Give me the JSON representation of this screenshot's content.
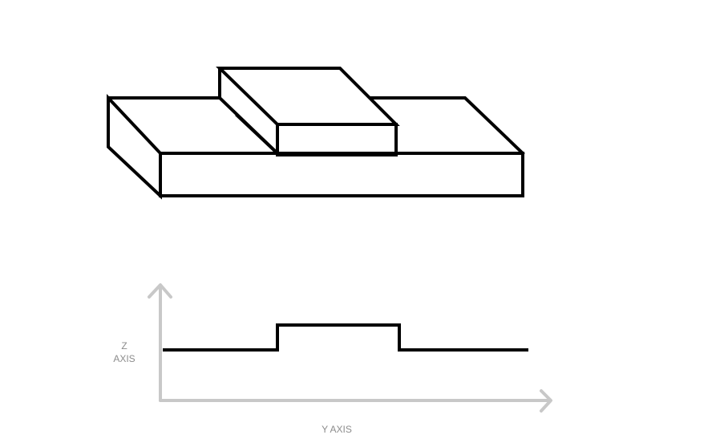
{
  "diagram": {
    "z_axis_label_line1": "Z",
    "z_axis_label_line2": "AXIS",
    "y_axis_label": "Y AXIS"
  },
  "colors": {
    "shape_stroke": "#000000",
    "axis_stroke": "#c8c8c8",
    "label_text": "#8c8c8c"
  }
}
